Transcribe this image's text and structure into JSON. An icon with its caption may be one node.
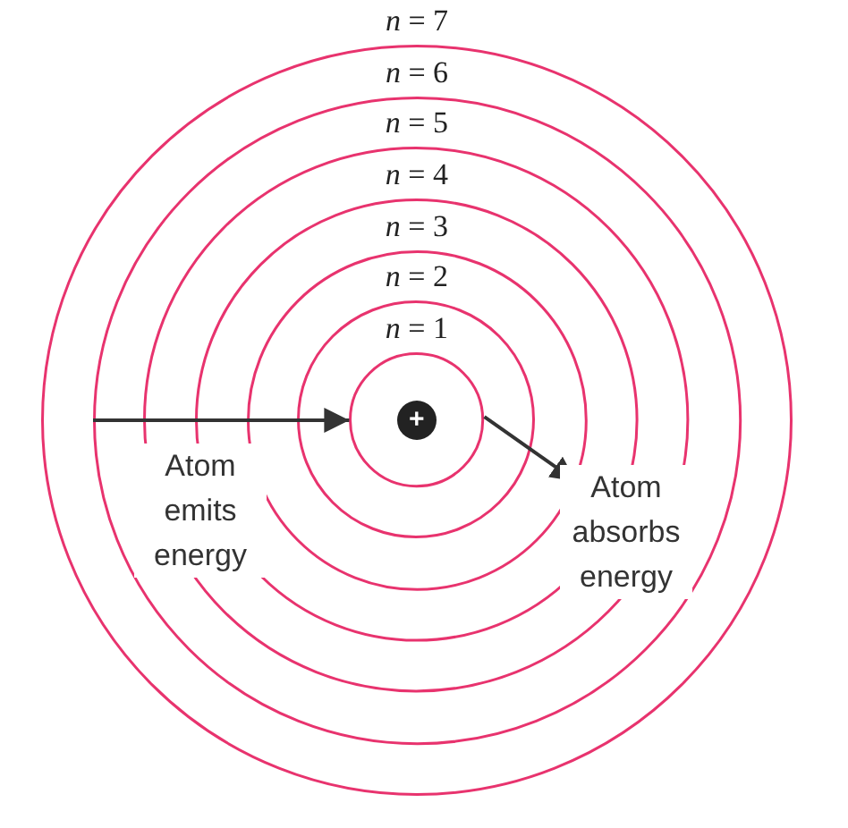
{
  "diagram": {
    "nodes": [
      {
        "text": [
          "*n* = 7"
        ]
      },
      {
        "text": [
          "*n* = 6"
        ],
        "in": 0
      },
      {
        "text": [
          "*n* = 5"
        ],
        "in": 1
      },
      {
        "text": [
          "*n* = 4"
        ],
        "in": 2
      },
      {
        "text": [
          "*n* = 3"
        ],
        "in": 3
      },
      {
        "text": [
          "*n* = 2"
        ],
        "in": 4
      },
      {
        "text": [
          "*n* = 1"
        ],
        "in": 5
      },
      {
        "text": [
          "+"
        ],
        "in": 6
      }
    ],
    "edges": [
      {
        "from": null,
        "to": 6,
        "arrow": "to"
      },
      {
        "from": 6,
        "to": 4,
        "arrow": "to"
      }
    ],
    "labels": [
      "Atom emits energy",
      "Atom absorbs energy"
    ]
  }
}
